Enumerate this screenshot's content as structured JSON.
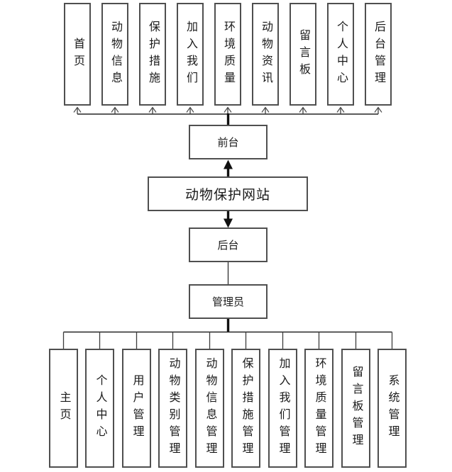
{
  "title": "动物保护网站",
  "frontend": {
    "label": "前台",
    "items": [
      "首页",
      "动物信息",
      "保护措施",
      "加入我们",
      "环境质量",
      "动物资讯",
      "留言板",
      "个人中心",
      "后台管理"
    ]
  },
  "backend": {
    "label": "后台",
    "role": "管理员",
    "items": [
      "主页",
      "个人中心",
      "用户管理",
      "动物类别管理",
      "动物信息管理",
      "保护措施管理",
      "加入我们管理",
      "环境质量管理",
      "留言板管理",
      "系统管理"
    ]
  },
  "colors": {
    "background": "#ffffff",
    "box_border": "#4f4f4f",
    "line": "#262626",
    "thick_line": "#101010",
    "text": "#1a1a1a"
  }
}
